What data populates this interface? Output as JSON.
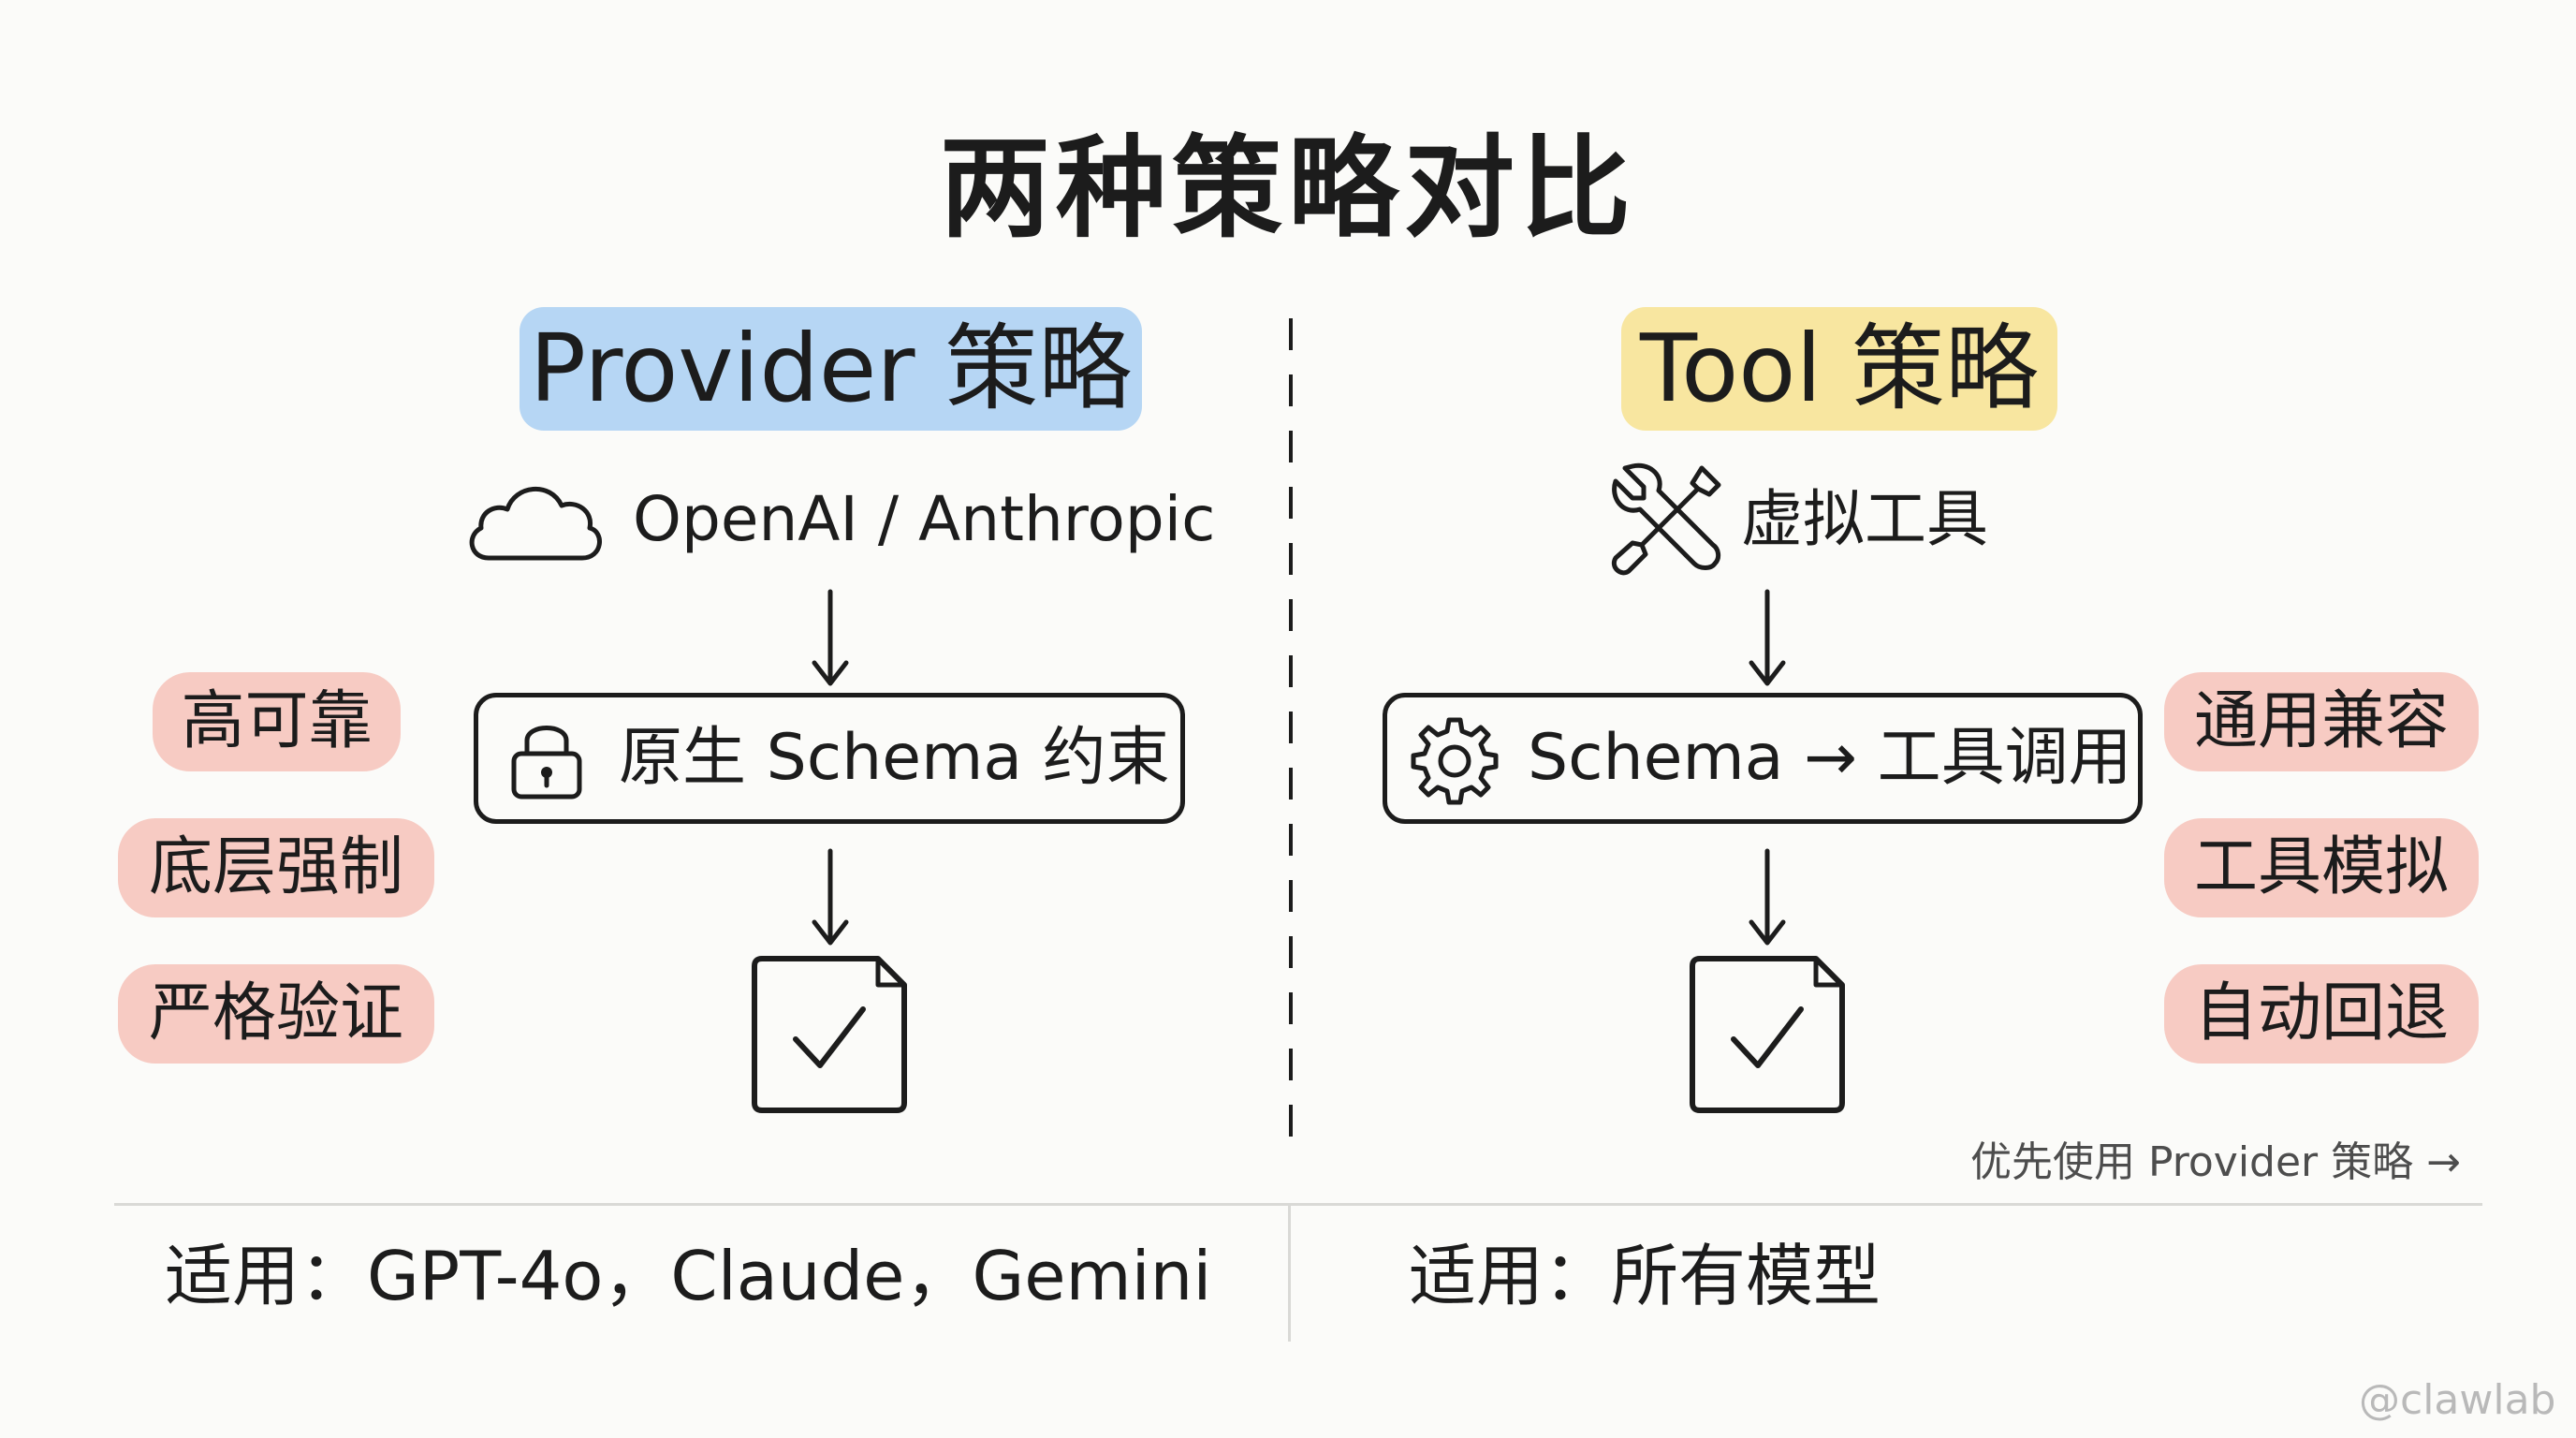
{
  "title": "两种策略对比",
  "left": {
    "heading": "Provider 策略",
    "heading_color": "#b6d6f4",
    "source_label": "OpenAI / Anthropic",
    "source_icon": "cloud-icon",
    "step_label": "原生 Schema 约束",
    "step_icon": "lock-icon",
    "result_icon": "checked-document-icon",
    "pills": [
      "高可靠",
      "底层强制",
      "严格验证"
    ],
    "applies": "适用：GPT-4o，Claude，Gemini"
  },
  "right": {
    "heading": "Tool 策略",
    "heading_color": "#f8e6a0",
    "source_label": "虚拟工具",
    "source_icon": "wrench-screwdriver-icon",
    "step_label": "Schema → 工具调用",
    "step_icon": "gear-icon",
    "result_icon": "checked-document-icon",
    "pills": [
      "通用兼容",
      "工具模拟",
      "自动回退"
    ],
    "applies": "适用：所有模型"
  },
  "pill_color": "#f7cbc3",
  "hint": "优先使用 Provider 策略 →",
  "watermark": "@clawlab"
}
